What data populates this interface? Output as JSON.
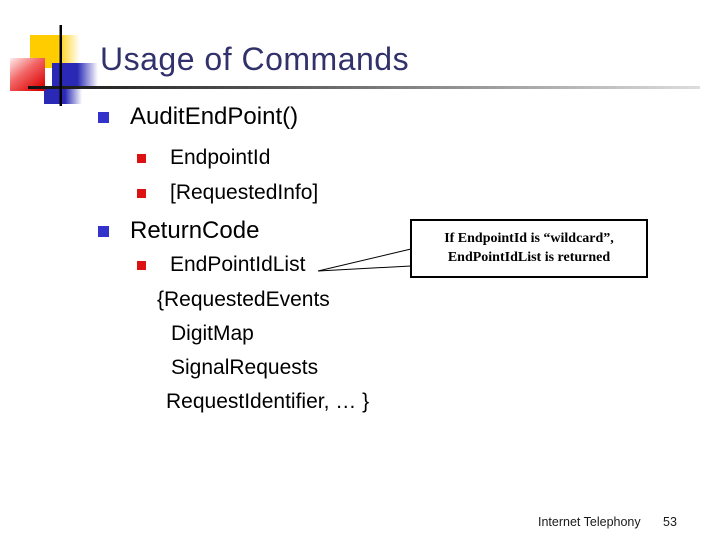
{
  "slide": {
    "title": "Usage of Commands",
    "footer_text": "Internet Telephony",
    "page_number": "53"
  },
  "bullets": {
    "items": [
      {
        "level": 1,
        "bullet": "blue-square",
        "text": "AuditEndPoint()"
      },
      {
        "level": 2,
        "bullet": "red-square",
        "text": "EndpointId"
      },
      {
        "level": 2,
        "bullet": "red-square",
        "text": "[RequestedInfo]"
      },
      {
        "level": 1,
        "bullet": "blue-square",
        "text": "ReturnCode"
      },
      {
        "level": 2,
        "bullet": "red-square",
        "text": "EndPointIdList"
      },
      {
        "level": 2,
        "bullet": "none",
        "text": "{RequestedEvents"
      },
      {
        "level": 2,
        "bullet": "none",
        "text": "DigitMap"
      },
      {
        "level": 2,
        "bullet": "none",
        "text": "SignalRequests"
      },
      {
        "level": 2,
        "bullet": "none",
        "text": "RequestIdentifier, … }"
      }
    ]
  },
  "callout": {
    "line1": "If EndpointId is “wildcard”,",
    "line2": "EndPointIdList is returned"
  },
  "colors": {
    "title_text": "#31316B",
    "body_text": "#000000",
    "bullet_level1": "#3333CC",
    "bullet_level2": "#DD1111",
    "logo_yellow": "#FFCC00",
    "logo_red": "#DB0000",
    "logo_blue": "#2929B5",
    "rule_dark": "#111111",
    "rule_light": "#DDDDDD"
  }
}
